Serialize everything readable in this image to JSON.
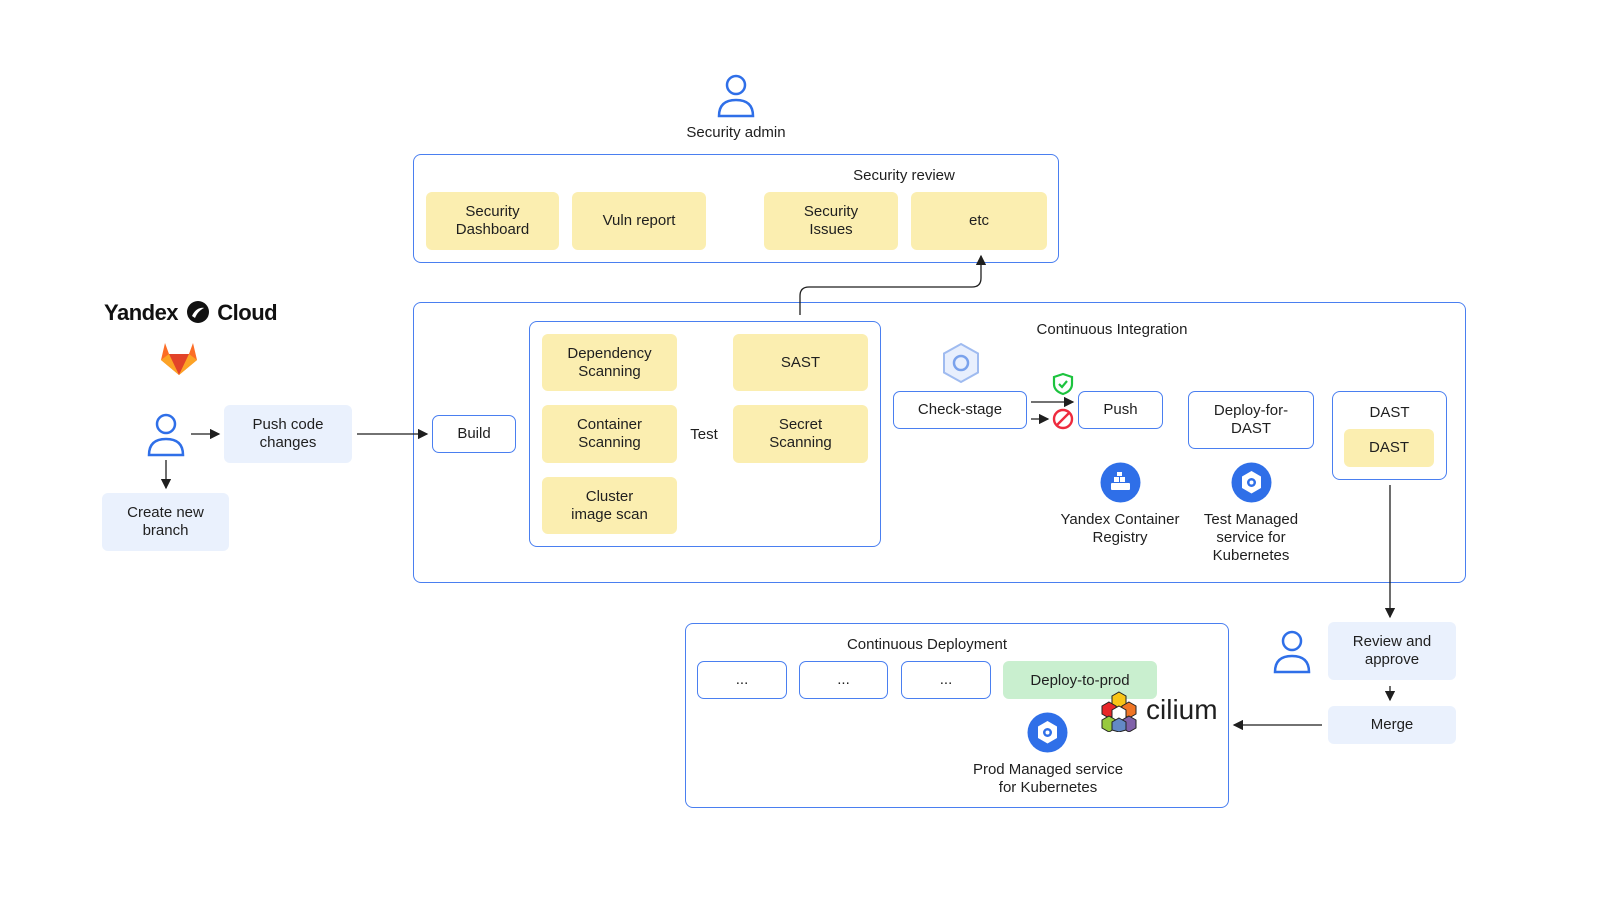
{
  "brand": {
    "left": "Yandex",
    "right": "Cloud"
  },
  "actors": {
    "security_admin": "Security admin"
  },
  "security_review": {
    "title": "Security review",
    "items": [
      "Security\nDashboard",
      "Vuln report",
      "Security\nIssues",
      "etc"
    ]
  },
  "dev": {
    "push": "Push code\nchanges",
    "branch": "Create new\nbranch"
  },
  "ci": {
    "title": "Continuous Integration",
    "build": "Build",
    "test_label": "Test",
    "tests": [
      "Dependency\nScanning",
      "SAST",
      "Container\nScanning",
      "Secret\nScanning",
      "Cluster\nimage scan"
    ],
    "check_stage": "Check-stage",
    "push": "Push",
    "deploy_for_dast": "Deploy-for-\nDAST",
    "dast_box": "DAST",
    "dast_inner": "DAST",
    "registry": "Yandex Container\nRegistry",
    "test_k8s": "Test Managed\nservice for\nKubernetes"
  },
  "review": {
    "approve": "Review and\napprove",
    "merge": "Merge"
  },
  "cd": {
    "title": "Continuous Deployment",
    "steps": [
      "...",
      "...",
      "..."
    ],
    "deploy_prod": "Deploy-to-prod",
    "prod_k8s": "Prod Managed service\nfor Kubernetes",
    "cilium": "cilium"
  },
  "colors": {
    "accent": "#4a7ff0",
    "yellow": "#fbeeb0",
    "pale_blue": "#eaf1fd",
    "green": "#c9efcf",
    "icon_blue": "#2f6fe8"
  }
}
